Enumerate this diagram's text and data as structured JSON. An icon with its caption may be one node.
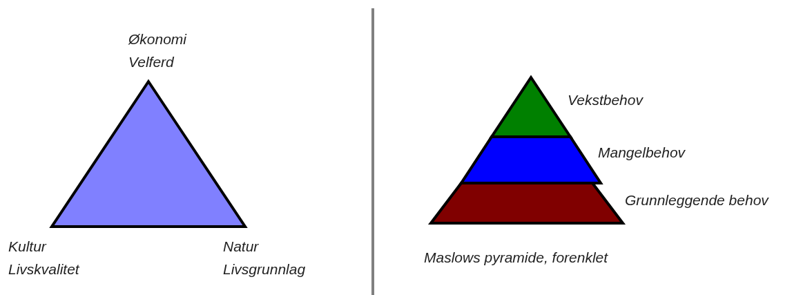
{
  "diagram": {
    "nodes": [
      {
        "text": [],
        "shape": "triangle",
        "beside": [
          "Økonomi Velferd",
          "Kultur Livskvalitet",
          "Natur Livsgrunnlag"
        ]
      },
      {
        "text": [],
        "shape": "triangle",
        "beside": [
          "Vekstbehov"
        ]
      },
      {
        "text": [],
        "shape": "band",
        "beside": [
          "Mangelbehov"
        ]
      },
      {
        "text": [],
        "shape": "band",
        "beside": [
          "Grunnleggende behov"
        ]
      }
    ],
    "labels": [
      "Maslows pyramide, forenklet"
    ]
  }
}
